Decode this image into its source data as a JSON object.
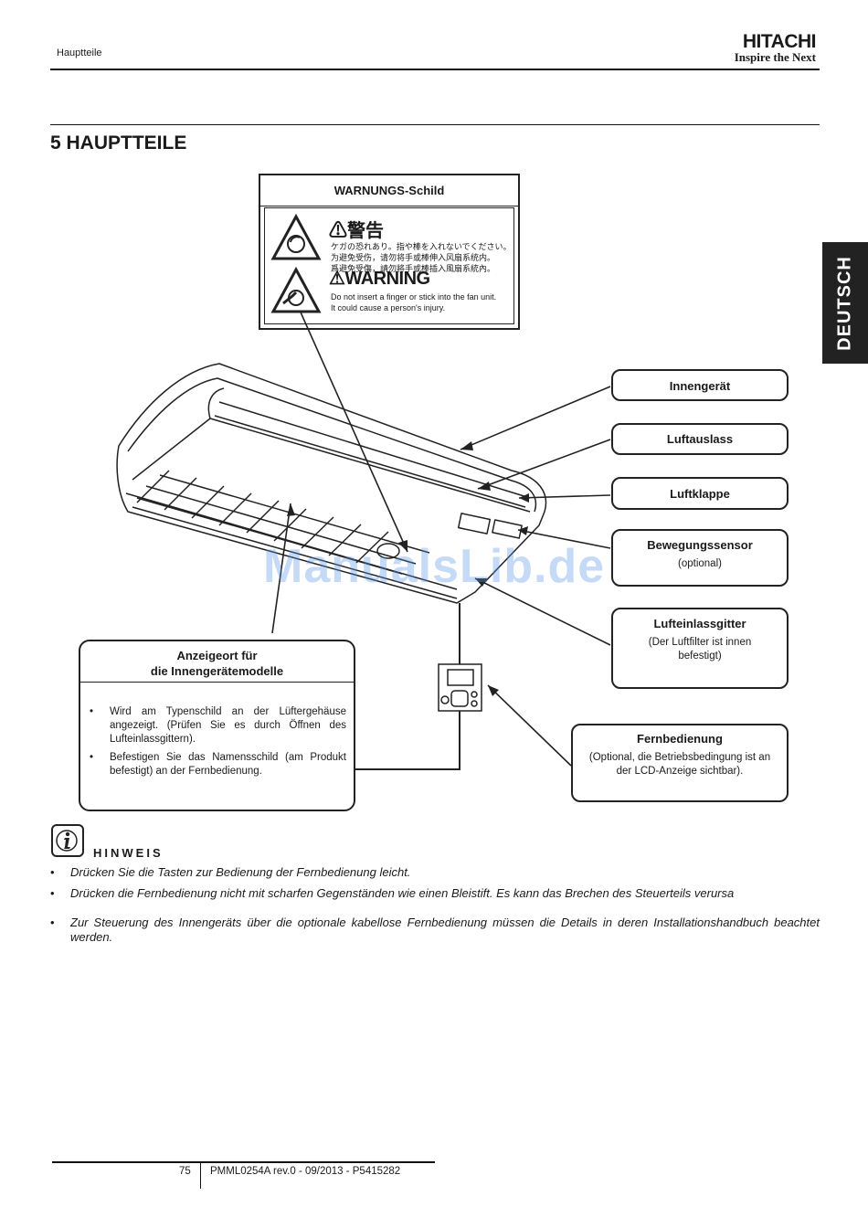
{
  "header": {
    "section": "Hauptteile",
    "brand": "HITACHI",
    "tagline": "Inspire the Next"
  },
  "title": "5  HAUPTTEILE",
  "language_tab": "DEUTSCH",
  "warning_label": {
    "heading": "WARNUNGS-Schild",
    "jp_title": "警告",
    "jp_lines": [
      "ケガの恐れあり。指や棒を入れないでください。",
      "为避免受伤，请勿将手或棒伸入风扇系统内。",
      "爲避免受傷，請勿將手或棒插入風扇系統內。"
    ],
    "en_title": "WARNING",
    "en_lines": [
      "Do not insert a finger or stick into the fan unit.",
      "It could cause a person's injury."
    ]
  },
  "callouts": {
    "indoor_unit": "Innengerät",
    "air_outlet": "Luftauslass",
    "louver": "Luftklappe",
    "motion_sensor": "Bewegungssensor",
    "motion_sensor_sub": "(optional)",
    "inlet_grille": "Lufteinlassgitter",
    "inlet_grille_sub": "(Der Luftfilter ist innen befestigt)",
    "remote": "Fernbedienung",
    "remote_sub": "(Optional, die Betriebsbedingung ist an der LCD-Anzeige sichtbar)."
  },
  "display_location": {
    "heading_line1": "Anzeigeort für",
    "heading_line2": "die Innengerätemodelle",
    "items": [
      "Wird am Typenschild an der Lüftergehäuse angezeigt. (Prüfen Sie es durch Öffnen des Lufteinlassgittern).",
      "Befestigen Sie das Namensschild (am Produkt befestigt) an der Fernbedienung."
    ]
  },
  "note": {
    "label": "HINWEIS",
    "items": [
      "Drücken Sie die Tasten zur Bedienung der Fernbedienung leicht.",
      "Drücken die Fernbedienung nicht mit scharfen Gegenständen wie einen Bleistift. Es kann das Brechen des Steuerteils verursa",
      "Zur Steuerung des Innengeräts über die optionale kabellose Fernbedienung müssen die Details in deren Installationshandbuch beachtet werden."
    ]
  },
  "watermark": "ManualsLib.de",
  "footer": {
    "page": "75",
    "doc": "PMML0254A rev.0 - 09/2013 - P5415282"
  }
}
